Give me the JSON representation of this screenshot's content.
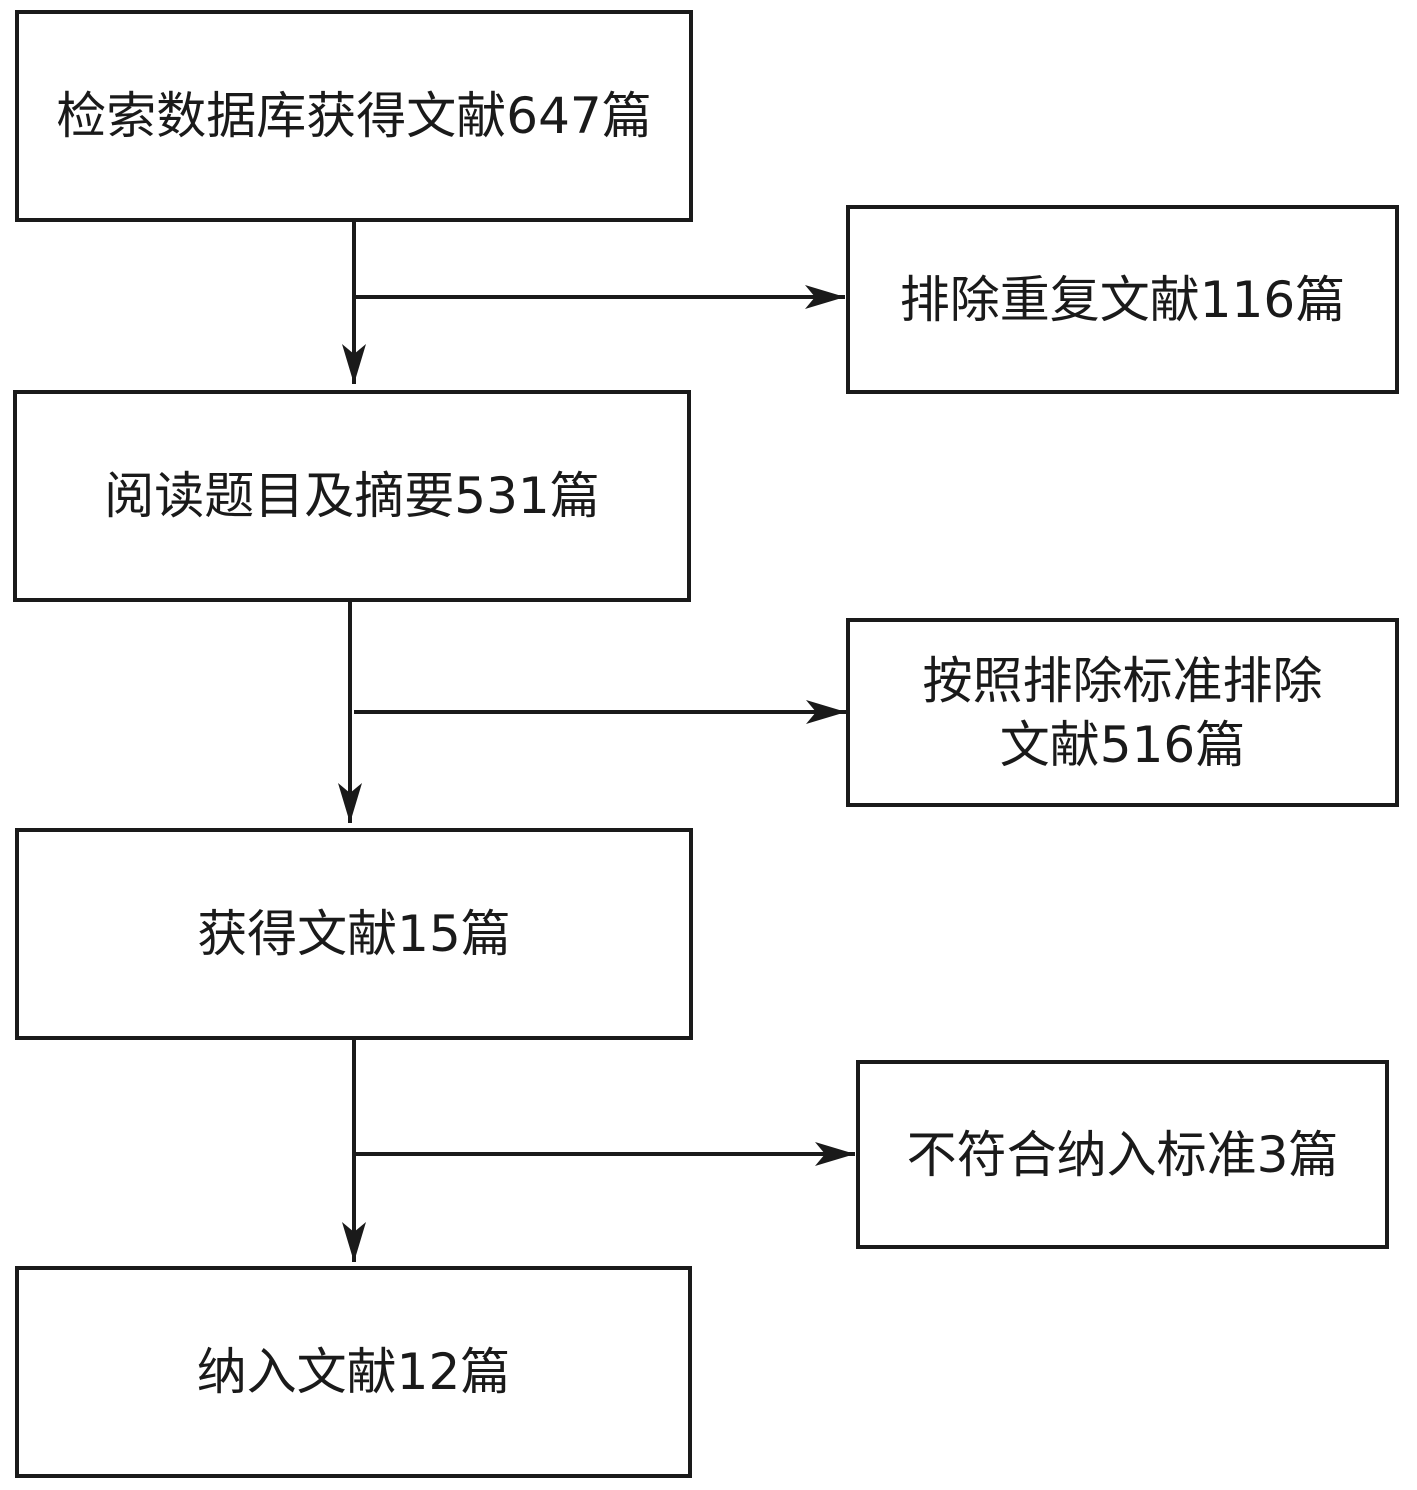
{
  "flowchart": {
    "main": [
      {
        "id": "search",
        "text": "检索数据库获得文献647篇"
      },
      {
        "id": "read",
        "text": "阅读题目及摘要531篇"
      },
      {
        "id": "obtained",
        "text": "获得文献15篇"
      },
      {
        "id": "included",
        "text": "纳入文献12篇"
      }
    ],
    "exclusions": [
      {
        "id": "duplicates",
        "text": "排除重复文献116篇"
      },
      {
        "id": "criteria",
        "lines": [
          "按照排除标准排除",
          "文献516篇"
        ]
      },
      {
        "id": "not-meeting",
        "text": "不符合纳入标准3篇"
      }
    ]
  },
  "colors": {
    "stroke": "#1a1a1a",
    "background": "#ffffff"
  }
}
